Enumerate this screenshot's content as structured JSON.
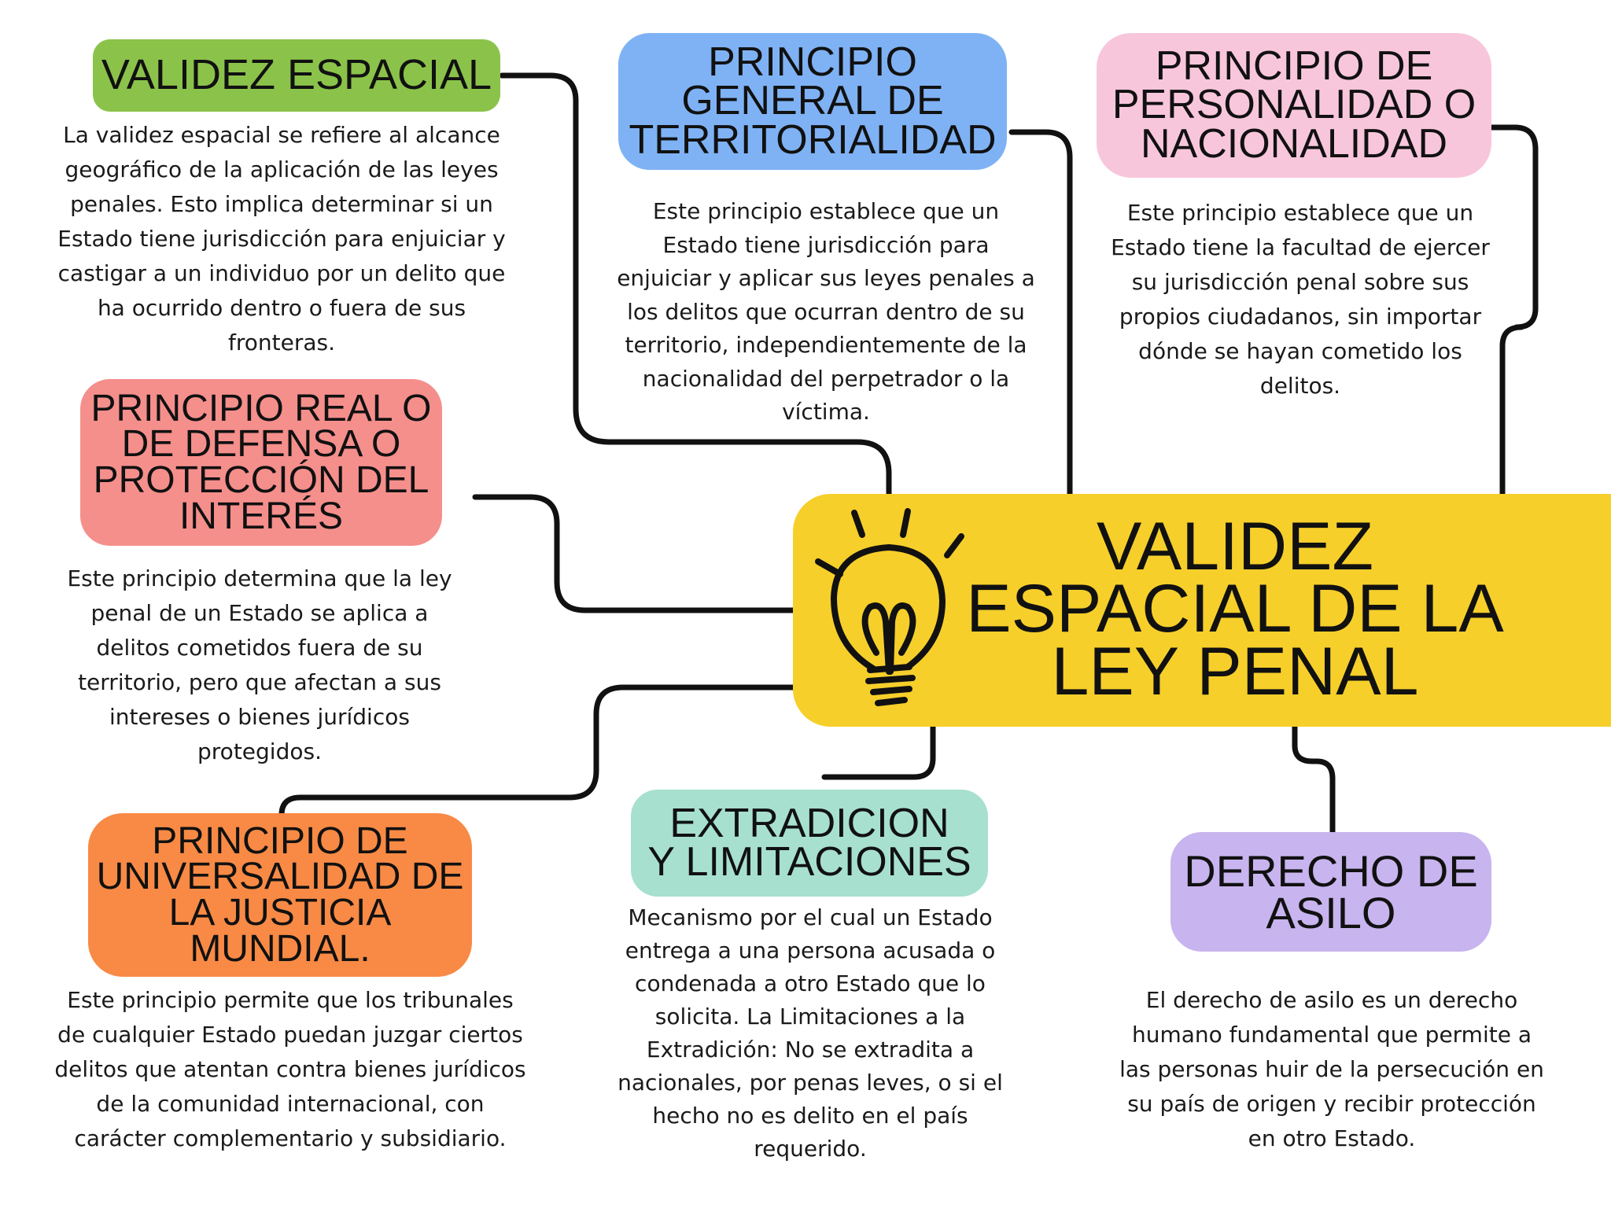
{
  "central": {
    "title": "VALIDEZ\nESPACIAL DE LA\nLEY PENAL",
    "icon": "lightbulb-icon",
    "color": "#f6cf2a"
  },
  "nodes": {
    "validez_espacial": {
      "title": "VALIDEZ ESPACIAL",
      "color": "#8bc34a",
      "text": "La validez espacial se refiere al alcance geográfico de la aplicación de las leyes penales. Esto implica determinar si un Estado tiene jurisdicción para enjuiciar y castigar a un individuo por un delito que ha ocurrido dentro o fuera de sus fronteras."
    },
    "territorialidad": {
      "title": "PRINCIPIO\nGENERAL DE\nTERRITORIALIDAD",
      "color": "#7fb2f4",
      "text": "Este principio establece que un Estado tiene jurisdicción para enjuiciar y aplicar sus leyes penales a los delitos que ocurran dentro de su territorio, independientemente de la nacionalidad del perpetrador o la víctima."
    },
    "personalidad": {
      "title": "PRINCIPIO DE\nPERSONALIDAD O\nNACIONALIDAD",
      "color": "#f8c6db",
      "text": "Este principio establece que un Estado tiene la facultad de ejercer su jurisdicción penal sobre sus propios ciudadanos, sin importar dónde se hayan cometido los delitos."
    },
    "real_defensa": {
      "title": "PRINCIPIO REAL O\nDE DEFENSA O\nPROTECCIÓN DEL\nINTERÉS",
      "color": "#f58f8c",
      "text": "Este principio determina que la ley penal de un Estado se aplica a delitos cometidos fuera de su territorio, pero que afectan a sus intereses o bienes jurídicos protegidos."
    },
    "universalidad": {
      "title": "PRINCIPIO DE\nUNIVERSALIDAD DE\nLA JUSTICIA\nMUNDIAL.",
      "color": "#f88a45",
      "text": "Este principio permite que los tribunales de cualquier Estado puedan juzgar ciertos delitos que atentan contra bienes jurídicos de la comunidad internacional, con carácter complementario y subsidiario."
    },
    "extradicion": {
      "title": "EXTRADICION\nY LIMITACIONES",
      "color": "#a7e0cf",
      "text": "Mecanismo por el cual un Estado entrega a una persona acusada o condenada a otro Estado que lo solicita.  La Limitaciones a la Extradición: No se extradita a nacionales, por penas leves, o si el hecho no es delito en el país requerido."
    },
    "asilo": {
      "title": "DERECHO DE\nASILO",
      "color": "#c8b4ee",
      "text": "El derecho de asilo es un derecho humano fundamental que permite a las personas huir de la persecución en su país de origen y recibir protección en otro Estado."
    }
  }
}
